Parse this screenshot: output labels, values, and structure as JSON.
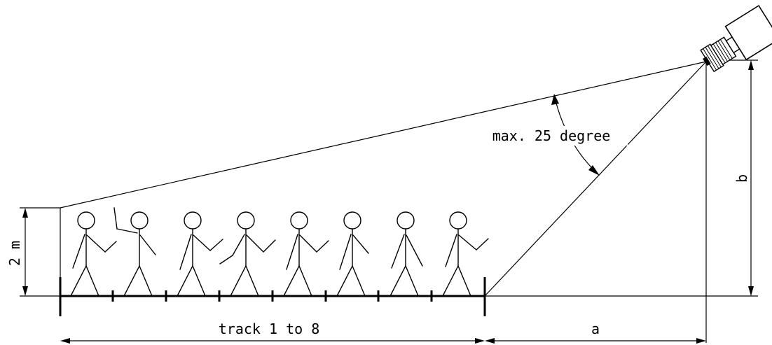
{
  "labels": {
    "angle": "max. 25 degree",
    "height_person": "2 m",
    "camera_height": "b",
    "track_span": "track 1 to 8",
    "distance": "a"
  },
  "track_count": 8,
  "icons": {
    "camera": "camera-icon",
    "person": "person-icon"
  }
}
